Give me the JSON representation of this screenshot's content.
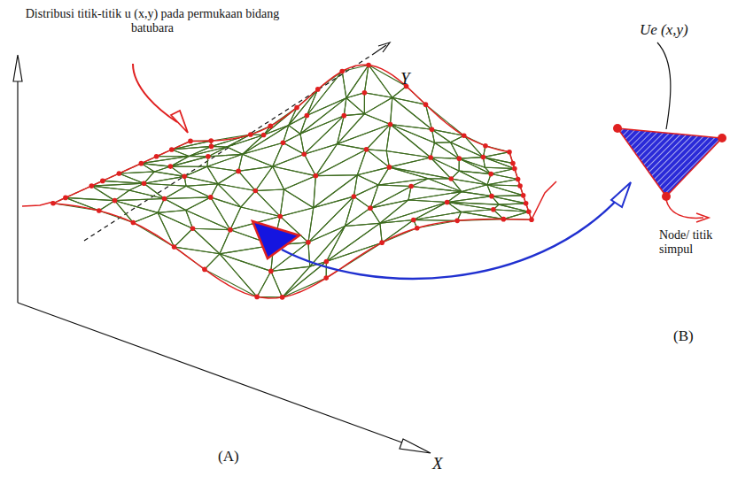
{
  "diagram": {
    "labels": [
      "Distribusi titik-titik u (x,y) pada permukaan bidang batubara",
      "Y",
      "X",
      "Ue (x,y)",
      "Node/ titik simpul",
      "(A)",
      "(B)"
    ]
  }
}
